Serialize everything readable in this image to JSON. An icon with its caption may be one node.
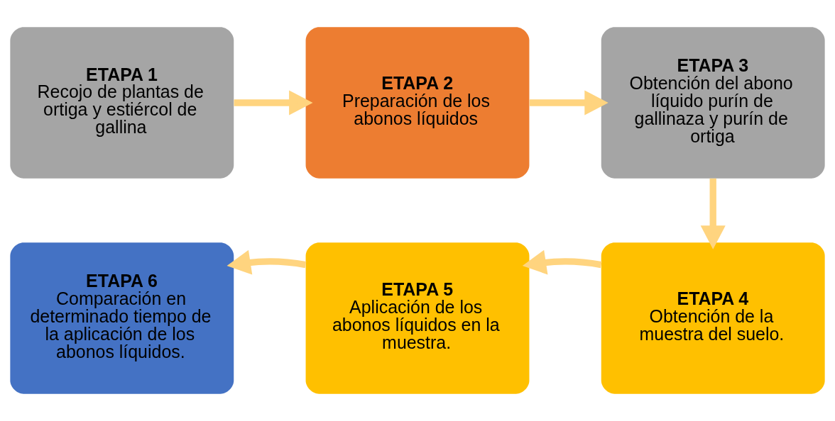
{
  "diagram": {
    "nodes": [
      {
        "text": [
          "ETAPA 1",
          "Recojo de plantas de ortiga y estiércol de gallina"
        ]
      },
      {
        "text": [
          "ETAPA 2",
          "Preparación de los abonos líquidos"
        ]
      },
      {
        "text": [
          "ETAPA 3",
          "Obtención del abono líquido purín de gallinaza y purín de ortiga"
        ]
      },
      {
        "text": [
          "ETAPA 4",
          "Obtención de la muestra del suelo."
        ]
      },
      {
        "text": [
          "ETAPA 5",
          "Aplicación de los abonos líquidos en la muestra."
        ]
      },
      {
        "text": [
          "ETAPA 6",
          "Comparación en determinado tiempo de la aplicación de los abonos líquidos."
        ]
      }
    ],
    "edges": [
      {
        "from": 0,
        "to": 1,
        "arrow": "to"
      },
      {
        "from": 1,
        "to": 2,
        "arrow": "to"
      },
      {
        "from": 2,
        "to": 3,
        "arrow": "to"
      },
      {
        "from": 3,
        "to": 4,
        "arrow": "to"
      },
      {
        "from": 4,
        "to": 5,
        "arrow": "to"
      }
    ]
  }
}
